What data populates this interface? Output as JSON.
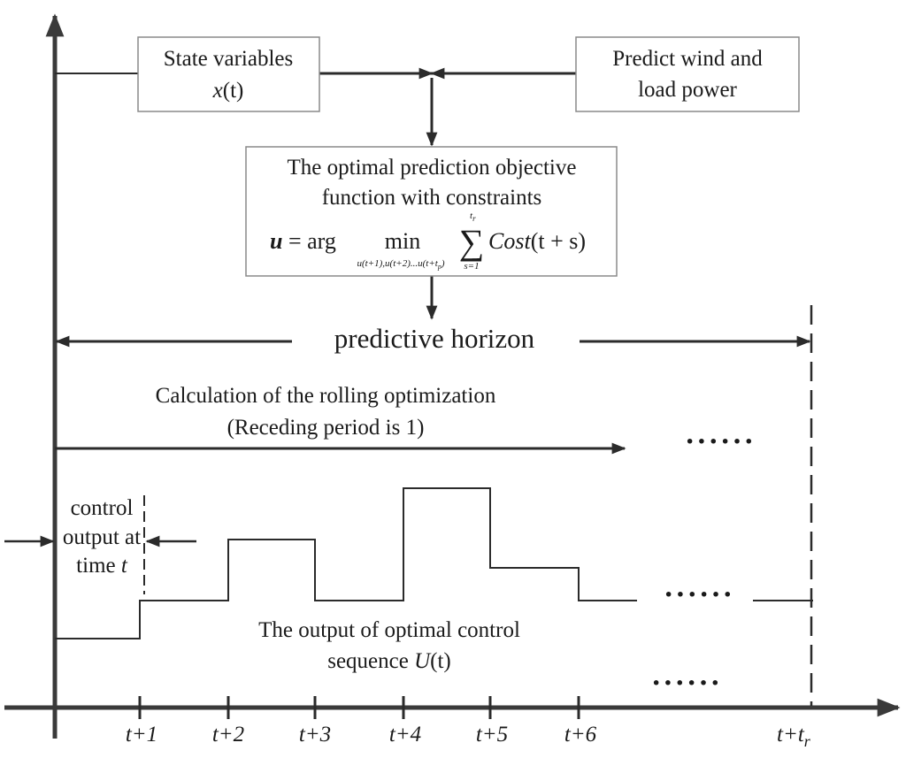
{
  "diagram": {
    "state_box": {
      "line1": "State variables",
      "line2_var": "x",
      "line2_arg": "(t)"
    },
    "predict_box": {
      "line1": "Predict wind and",
      "line2": "load power"
    },
    "objective_box": {
      "line1": "The optimal prediction objective",
      "line2": "function with constraints",
      "eq_lhs": "u",
      "eq_mid": " = arg",
      "eq_min": "min",
      "eq_min_sub": "u(t+1),u(t+2)...u(t+t",
      "eq_min_sub_p": "p",
      "eq_min_sub_close": ")",
      "eq_sum": "∑",
      "eq_sum_top": "t",
      "eq_sum_top_sub": "r",
      "eq_sum_bottom": "s=1",
      "eq_cost": "Cost",
      "eq_cost_arg": "(t + s)"
    },
    "horizon_label": "predictive horizon",
    "rolling": {
      "line1": "Calculation of the rolling optimization",
      "line2": "(Receding period is 1)"
    },
    "control_output": {
      "line1": "control",
      "line2": "output at",
      "line3_text": "time ",
      "line3_var": "t"
    },
    "sequence": {
      "line1": "The output of optimal control",
      "line2_text": "sequence ",
      "line2_var": "U",
      "line2_arg": "(t)"
    },
    "ellipsis": "······",
    "ticks": [
      "t+1",
      "t+2",
      "t+3",
      "t+4",
      "t+5",
      "t+6"
    ],
    "last_tick": {
      "base": "t+t",
      "sub": "r"
    },
    "colors": {
      "ink": "#2b2b2b",
      "axis": "#3a3a3a",
      "background": "#ffffff"
    }
  }
}
